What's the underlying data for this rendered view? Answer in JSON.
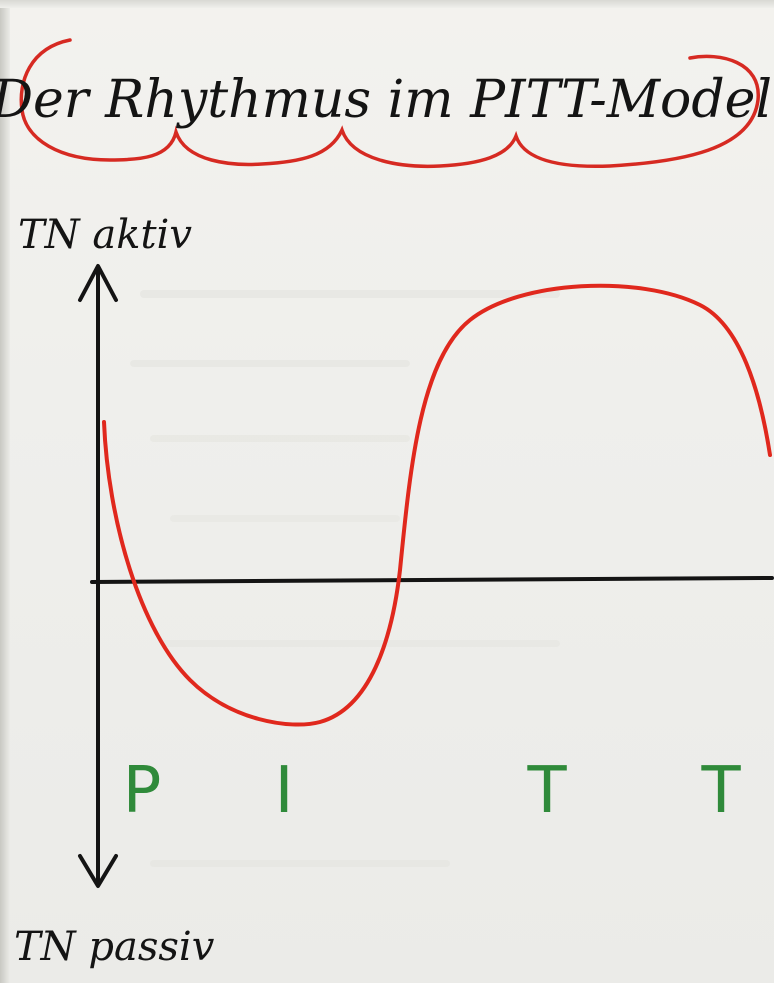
{
  "title": "Der Rhythmus im PITT-Modell",
  "y_axis": {
    "top_label": "TN aktiv",
    "bottom_label": "TN passiv"
  },
  "phases": [
    "P",
    "I",
    "T",
    "T"
  ],
  "colors": {
    "title_bubble": "#d62a22",
    "curve": "#e0281d",
    "phase_letters": "#2f8a3a",
    "ink": "#141414"
  }
}
